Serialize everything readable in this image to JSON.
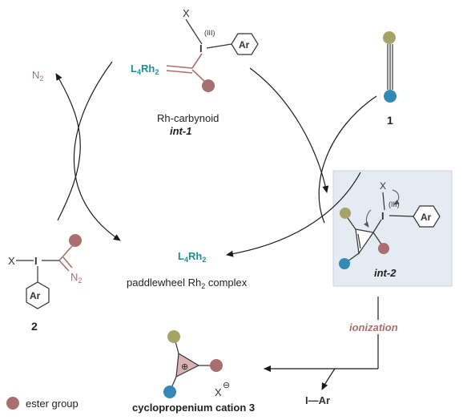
{
  "colors": {
    "olive": "#a5a466",
    "mauve": "#a86e70",
    "blue": "#3389b6",
    "teal": "#1d8e92",
    "panel": "#e4ebf3",
    "arrow": "#1a1a1a"
  },
  "top": {
    "x": "X",
    "iii": "(III)",
    "i": "I",
    "ar": "Ar",
    "l4rh2": "L4Rh2",
    "caption": "Rh-carbynoid",
    "sub": "int-1"
  },
  "left": {
    "n2": "N2",
    "x": "X",
    "i": "I",
    "ar": "Ar",
    "diazo": "N2",
    "number": "2"
  },
  "center": {
    "l4rh2": "L4Rh2",
    "caption": "paddlewheel Rh2 complex"
  },
  "right": {
    "number": "1",
    "x": "X",
    "iii": "(III)",
    "i": "I",
    "ar": "Ar",
    "label": "int-2",
    "ionization": "ionization",
    "byproduct": "I—Ar"
  },
  "bottom": {
    "x": "X",
    "charge": "⊖",
    "plus": "⊕",
    "caption": "cyclopropenium cation 3",
    "legend": "ester group"
  }
}
